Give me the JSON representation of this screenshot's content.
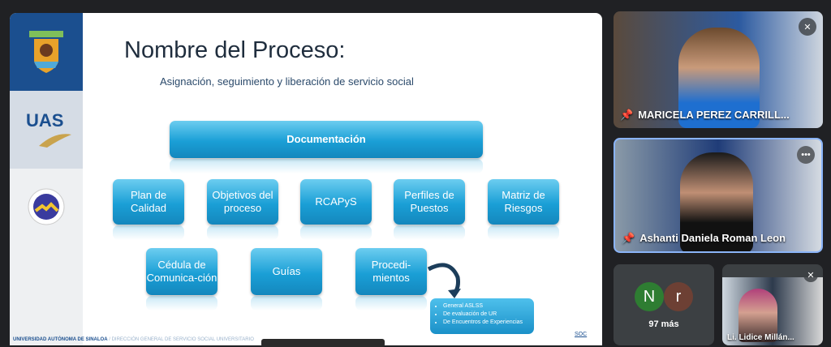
{
  "slide": {
    "title": "Nombre del Proceso:",
    "subtitle": "Asignación, seguimiento y liberación de servicio social",
    "top_box": "Documentación",
    "row1": [
      "Plan de Calidad",
      "Objetivos del proceso",
      "RCAPyS",
      "Perfiles de Puestos",
      "Matriz de Riesgos"
    ],
    "row2": [
      "Cédula de Comunica-ción",
      "Guías",
      "Procedi-mientos"
    ],
    "procedures": [
      "General ASLSS",
      "De evaluación de UR",
      "De Encuentros de Experiencias"
    ],
    "footer_main": "UNIVERSIDAD AUTÓNOMA DE SINALOA",
    "footer_sep": " / ",
    "footer_sub": "DIRECCIÓN GENERAL DE SERVICIO SOCIAL UNIVERSITARIO",
    "soc": "SOC",
    "logo_text": "UAS"
  },
  "participants": [
    {
      "name": "MARICELA PEREZ CARRILL..."
    },
    {
      "name": "Ashanti Daniela Roman Leon"
    },
    {
      "initials": [
        "N",
        "r"
      ],
      "more": "97 más"
    },
    {
      "name": "Li. Lidice Millán..."
    }
  ],
  "colors": {
    "accent": "#1a9fd6",
    "active_border": "#8ab4f8"
  }
}
